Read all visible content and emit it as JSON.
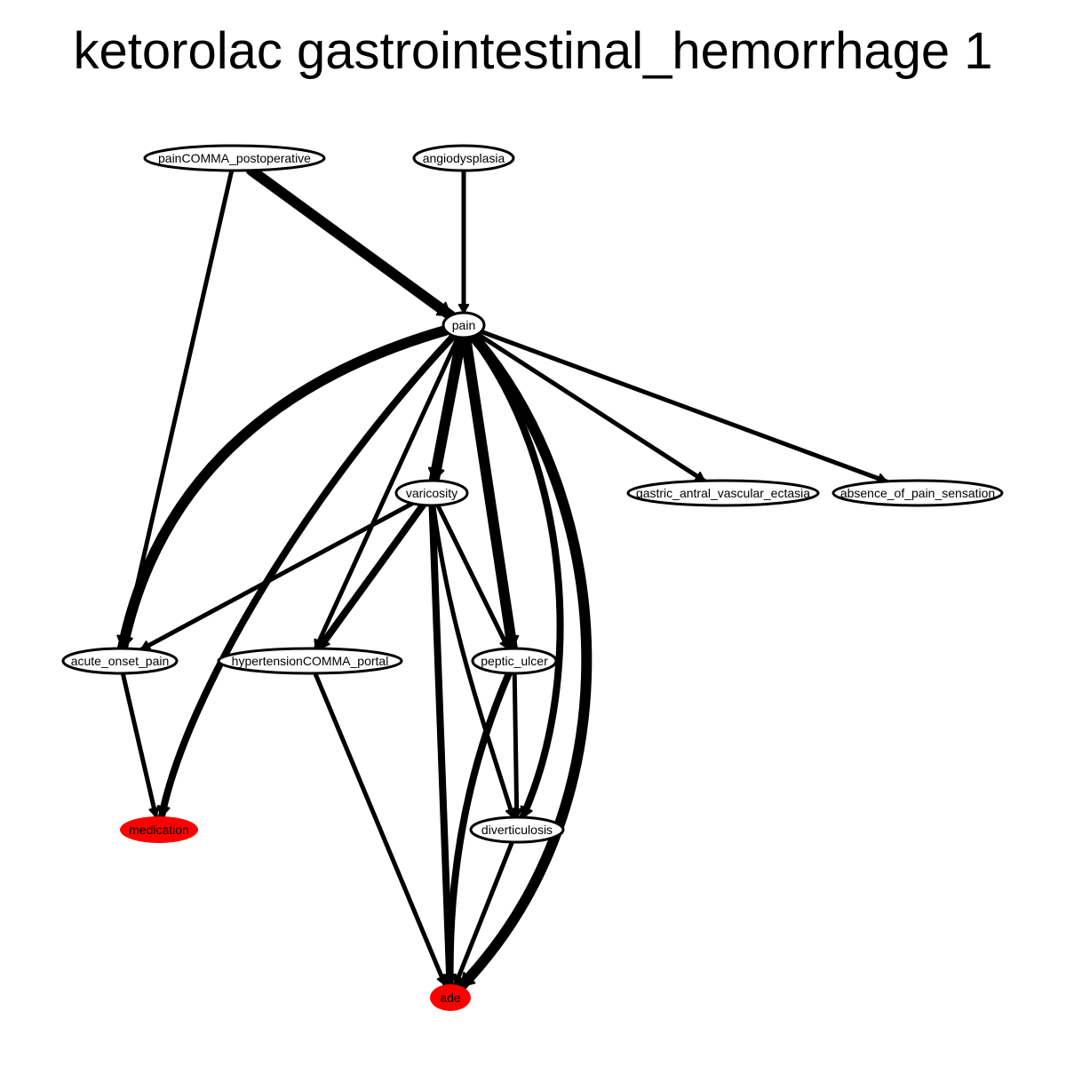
{
  "title": "ketorolac gastrointestinal_hemorrhage 1",
  "colors": {
    "edge": "#000000",
    "node_fill": "#ffffff",
    "highlight_fill": "#ff0000"
  },
  "nodes": [
    {
      "id": "painCOMMA_postoperative",
      "label": "painCOMMA_postoperative",
      "highlight": false
    },
    {
      "id": "angiodysplasia",
      "label": "angiodysplasia",
      "highlight": false
    },
    {
      "id": "pain",
      "label": "pain",
      "highlight": false
    },
    {
      "id": "varicosity",
      "label": "varicosity",
      "highlight": false
    },
    {
      "id": "gastric_antral_vascular_ectasia",
      "label": "gastric_antral_vascular_ectasia",
      "highlight": false
    },
    {
      "id": "absence_of_pain_sensation",
      "label": "absence_of_pain_sensation",
      "highlight": false
    },
    {
      "id": "acute_onset_pain",
      "label": "acute_onset_pain",
      "highlight": false
    },
    {
      "id": "hypertensionCOMMA_portal",
      "label": "hypertensionCOMMA_portal",
      "highlight": false
    },
    {
      "id": "peptic_ulcer",
      "label": "peptic_ulcer",
      "highlight": false
    },
    {
      "id": "diverticulosis",
      "label": "diverticulosis",
      "highlight": false
    },
    {
      "id": "medication",
      "label": "medication",
      "highlight": true
    },
    {
      "id": "ade",
      "label": "ade",
      "highlight": true
    }
  ],
  "edges": [
    {
      "from": "painCOMMA_postoperative",
      "to": "pain",
      "weight": "heavy"
    },
    {
      "from": "painCOMMA_postoperative",
      "to": "acute_onset_pain",
      "weight": "light"
    },
    {
      "from": "angiodysplasia",
      "to": "pain",
      "weight": "light"
    },
    {
      "from": "pain",
      "to": "acute_onset_pain",
      "weight": "heavy"
    },
    {
      "from": "pain",
      "to": "medication",
      "weight": "medium"
    },
    {
      "from": "pain",
      "to": "hypertensionCOMMA_portal",
      "weight": "light"
    },
    {
      "from": "pain",
      "to": "varicosity",
      "weight": "heavy"
    },
    {
      "from": "pain",
      "to": "peptic_ulcer",
      "weight": "heavy"
    },
    {
      "from": "pain",
      "to": "diverticulosis",
      "weight": "medium"
    },
    {
      "from": "pain",
      "to": "ade",
      "weight": "heavy"
    },
    {
      "from": "pain",
      "to": "gastric_antral_vascular_ectasia",
      "weight": "light"
    },
    {
      "from": "pain",
      "to": "absence_of_pain_sensation",
      "weight": "light"
    },
    {
      "from": "varicosity",
      "to": "acute_onset_pain",
      "weight": "light"
    },
    {
      "from": "varicosity",
      "to": "hypertensionCOMMA_portal",
      "weight": "medium"
    },
    {
      "from": "varicosity",
      "to": "peptic_ulcer",
      "weight": "light"
    },
    {
      "from": "varicosity",
      "to": "diverticulosis",
      "weight": "light"
    },
    {
      "from": "varicosity",
      "to": "ade",
      "weight": "medium"
    },
    {
      "from": "acute_onset_pain",
      "to": "medication",
      "weight": "light"
    },
    {
      "from": "hypertensionCOMMA_portal",
      "to": "ade",
      "weight": "light"
    },
    {
      "from": "peptic_ulcer",
      "to": "diverticulosis",
      "weight": "light"
    },
    {
      "from": "peptic_ulcer",
      "to": "ade",
      "weight": "medium"
    },
    {
      "from": "diverticulosis",
      "to": "ade",
      "weight": "light"
    }
  ]
}
